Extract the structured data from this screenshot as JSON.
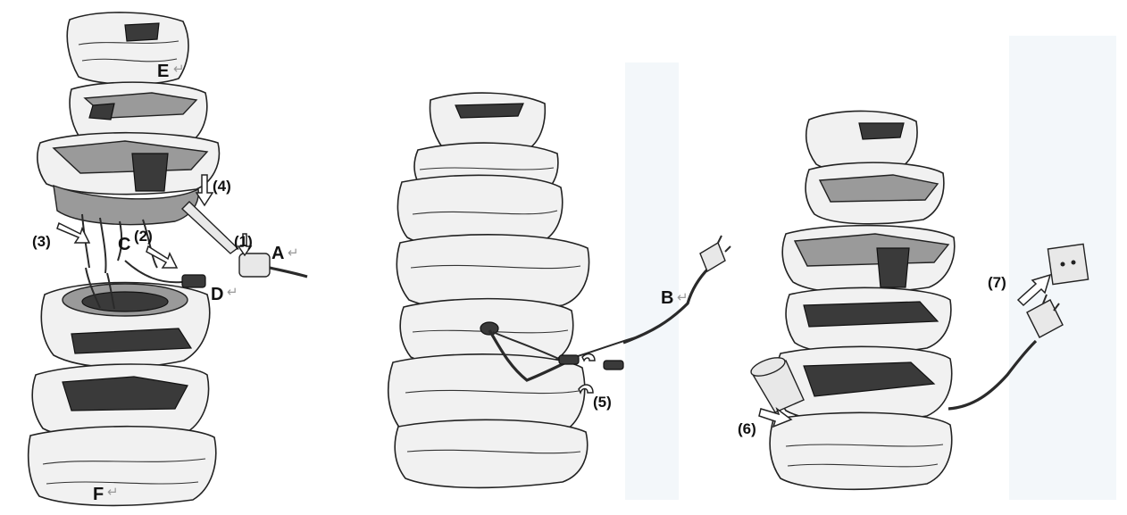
{
  "labels": {
    "A": "A",
    "B": "B",
    "C": "C",
    "D": "D",
    "E": "E",
    "F": "F"
  },
  "steps": {
    "s1": "(1)",
    "s2": "(2)",
    "s3": "(3)",
    "s4": "(4)",
    "s5": "(5)",
    "s6": "(6)",
    "s7": "(7)"
  },
  "return_mark": "↵"
}
